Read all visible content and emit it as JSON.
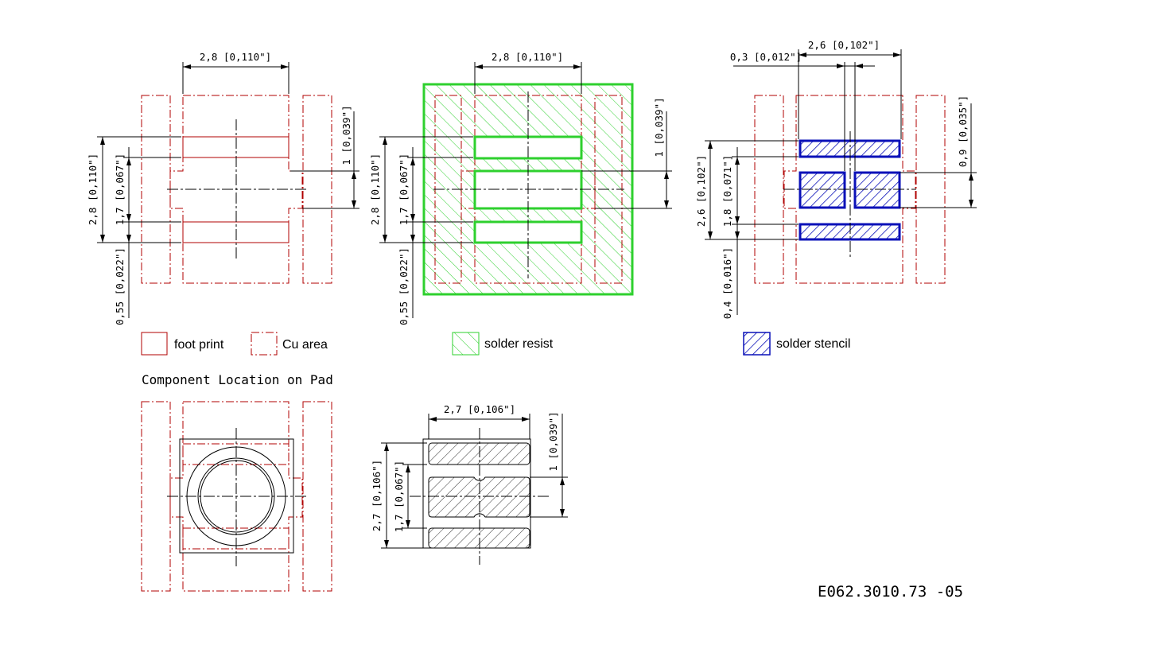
{
  "dims": {
    "v1_top": "2,8 [0,110\"]",
    "v1_height": "2,8 [0,110\"]",
    "v1_pitch": "1,7 [0,067\"]",
    "v1_gap": "0,55 [0,022\"]",
    "v1_right": "1 [0,039\"]",
    "v2_top": "2,8 [0,110\"]",
    "v2_height": "2,8 [0,110\"]",
    "v2_pitch": "1,7 [0,067\"]",
    "v2_gap": "0,55 [0,022\"]",
    "v2_right": "1 [0,039\"]",
    "v3_left_small": "0,3 [0,012\"]",
    "v3_top": "2,6 [0,102\"]",
    "v3_height": "2,6 [0,102\"]",
    "v3_pitch": "1,8 [0,071\"]",
    "v3_gap": "0,4 [0,016\"]",
    "v3_right": "0,9 [0,035\"]",
    "comp_top": "2,7 [0,106\"]",
    "comp_height": "2,7 [0,106\"]",
    "comp_pitch": "1,7 [0,067\"]",
    "comp_right": "1 [0,039\"]"
  },
  "legend": {
    "footprint": "foot print",
    "cu_area": "Cu area",
    "solder_resist": "solder resist",
    "solder_stencil": "solder stencil"
  },
  "section_title": "Component Location on Pad",
  "doc_number": "E062.3010.73 -05",
  "colors": {
    "footprint": "#b00000",
    "solder_resist": "#2ed02e",
    "solder_stencil": "#0a10b8"
  }
}
